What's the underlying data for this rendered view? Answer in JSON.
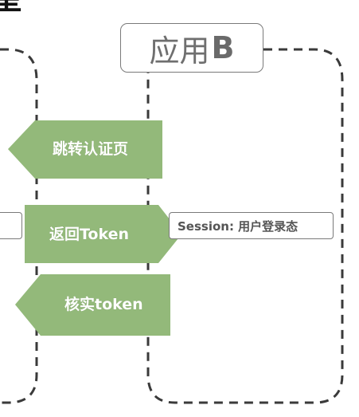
{
  "header": {
    "partial_title": "星"
  },
  "app_b": {
    "title_prefix": "应用",
    "title_letter": "B"
  },
  "arrows": [
    {
      "label": "跳转认证页",
      "direction": "left"
    },
    {
      "label": "返回Token",
      "direction": "right"
    },
    {
      "label": "核实token",
      "direction": "left"
    }
  ],
  "session_box": {
    "text": "Session: 用户登录态"
  },
  "colors": {
    "arrow_fill": "#93b97a",
    "dash_stroke": "#3a3a3a",
    "box_border": "#7a7a7a",
    "title_text": "#6f6f6f"
  }
}
